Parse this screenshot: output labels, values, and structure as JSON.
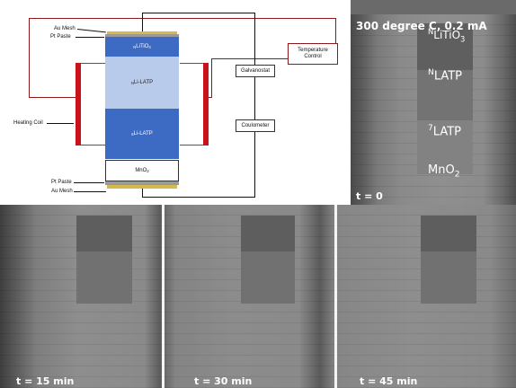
{
  "schematic": {
    "labels": {
      "au_mesh_top": "Au Mesh",
      "pt_paste_top": "Pt Paste",
      "heating_coil": "Heating Coil",
      "pt_paste_bottom": "Pt Paste",
      "au_mesh_bottom": "Au Mesh"
    },
    "layers": {
      "top_pre": "N",
      "top": "LiTiO",
      "top_sub": "3",
      "mid1_pre": "N",
      "mid1": "Li-LATP",
      "mid2_pre": "6",
      "mid2": "Li-LATP",
      "bottom": "MnO",
      "bottom_sub": "2"
    },
    "boxes": {
      "galvanostat": "Galvanostat",
      "coulometer": "Coulometer",
      "temperature_control": "Temperature Control"
    },
    "colors": {
      "wire": "#8b1a1a",
      "coil": "#c8121c",
      "blue_layer": "#3d6bc4",
      "light_layer": "#b9cbea",
      "gold": "#d8b84a"
    }
  },
  "main_image": {
    "condition": "300 degree C, 0.2 mA",
    "label_litio_pre": "N",
    "label_litio": "LiTiO",
    "label_litio_sub": "3",
    "label_latp_n_pre": "N",
    "label_latp_n": "LATP",
    "label_latp_7_pre": "7",
    "label_latp_7": "LATP",
    "label_mno": "MnO",
    "label_mno_sub": "2",
    "time": "t = 0"
  },
  "timelapse": [
    {
      "time": "t = 15 min"
    },
    {
      "time": "t = 30 min"
    },
    {
      "time": "t = 45 min"
    }
  ]
}
